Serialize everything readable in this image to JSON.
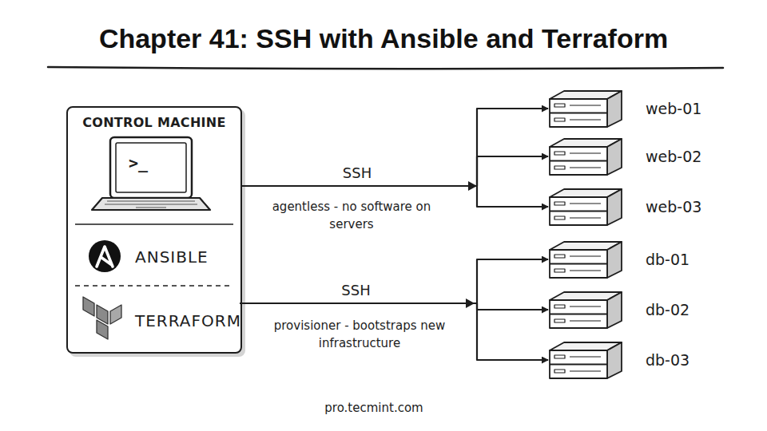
{
  "diagram": {
    "title": "Chapter 41: SSH with Ansible and Terraform",
    "nodes": [
      {
        "text": [
          "CONTROL MACHINE"
        ]
      },
      {
        "text": [
          "ANSIBLE"
        ],
        "in": 0
      },
      {
        "text": [
          "TERRAFORM"
        ],
        "in": 0
      },
      {
        "text": [
          "web-01"
        ]
      },
      {
        "text": [
          "web-02"
        ]
      },
      {
        "text": [
          "web-03"
        ]
      },
      {
        "text": [
          "db-01"
        ]
      },
      {
        "text": [
          "db-02"
        ]
      },
      {
        "text": [
          "db-03"
        ]
      }
    ],
    "edges": [
      {
        "from": 0,
        "to": 3,
        "arrow": "to",
        "label": "SSH"
      },
      {
        "from": 0,
        "to": 4,
        "arrow": "to"
      },
      {
        "from": 0,
        "to": 5,
        "arrow": "to"
      },
      {
        "from": 2,
        "to": 6,
        "arrow": "to",
        "label": "SSH"
      },
      {
        "from": 2,
        "to": 7,
        "arrow": "to"
      },
      {
        "from": 2,
        "to": 8,
        "arrow": "to"
      }
    ],
    "labels": [
      ">_",
      "agentless - no software on servers",
      "provisioner - bootstraps new infrastructure",
      "pro.tecmint.com"
    ]
  }
}
